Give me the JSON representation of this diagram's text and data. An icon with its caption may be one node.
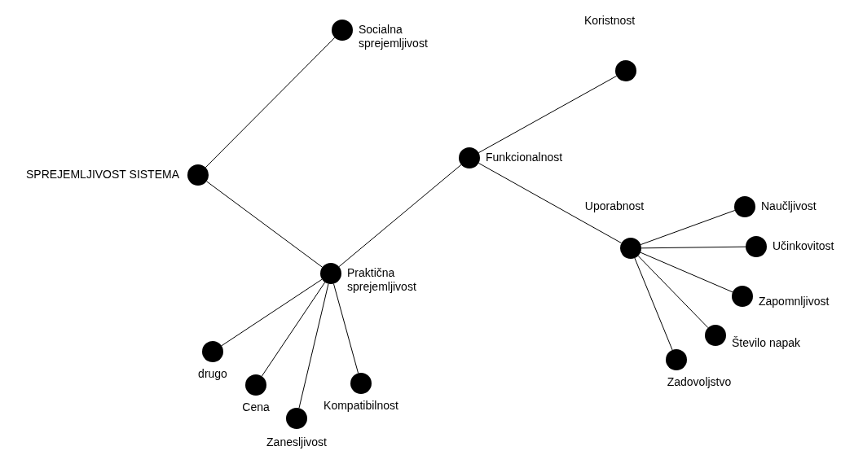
{
  "diagram": {
    "nodes": [
      {
        "text": [
          "SPREJEMLJIVOST SISTEMA"
        ]
      },
      {
        "text": [
          "Socialna sprejemljivost"
        ]
      },
      {
        "text": [
          "Praktična sprejemljivost"
        ]
      },
      {
        "text": [
          "Funkcionalnost"
        ]
      },
      {
        "text": [
          "Koristnost"
        ]
      },
      {
        "text": [
          "Uporabnost"
        ]
      },
      {
        "text": [
          "Naučljivost"
        ]
      },
      {
        "text": [
          "Učinkovitost"
        ]
      },
      {
        "text": [
          "Zapomnljivost"
        ]
      },
      {
        "text": [
          "Število napak"
        ]
      },
      {
        "text": [
          "Zadovoljstvo"
        ]
      },
      {
        "text": [
          "drugo"
        ]
      },
      {
        "text": [
          "Cena"
        ]
      },
      {
        "text": [
          "Zanesljivost"
        ]
      },
      {
        "text": [
          "Kompatibilnost"
        ]
      }
    ],
    "edges": [
      {
        "from": 0,
        "to": 1,
        "arrow": "none"
      },
      {
        "from": 0,
        "to": 2,
        "arrow": "none"
      },
      {
        "from": 2,
        "to": 3,
        "arrow": "none"
      },
      {
        "from": 3,
        "to": 4,
        "arrow": "none"
      },
      {
        "from": 3,
        "to": 5,
        "arrow": "none"
      },
      {
        "from": 5,
        "to": 6,
        "arrow": "none"
      },
      {
        "from": 5,
        "to": 7,
        "arrow": "none"
      },
      {
        "from": 5,
        "to": 8,
        "arrow": "none"
      },
      {
        "from": 5,
        "to": 9,
        "arrow": "none"
      },
      {
        "from": 5,
        "to": 10,
        "arrow": "none"
      },
      {
        "from": 2,
        "to": 11,
        "arrow": "none"
      },
      {
        "from": 2,
        "to": 12,
        "arrow": "none"
      },
      {
        "from": 2,
        "to": 13,
        "arrow": "none"
      },
      {
        "from": 2,
        "to": 14,
        "arrow": "none"
      }
    ]
  }
}
